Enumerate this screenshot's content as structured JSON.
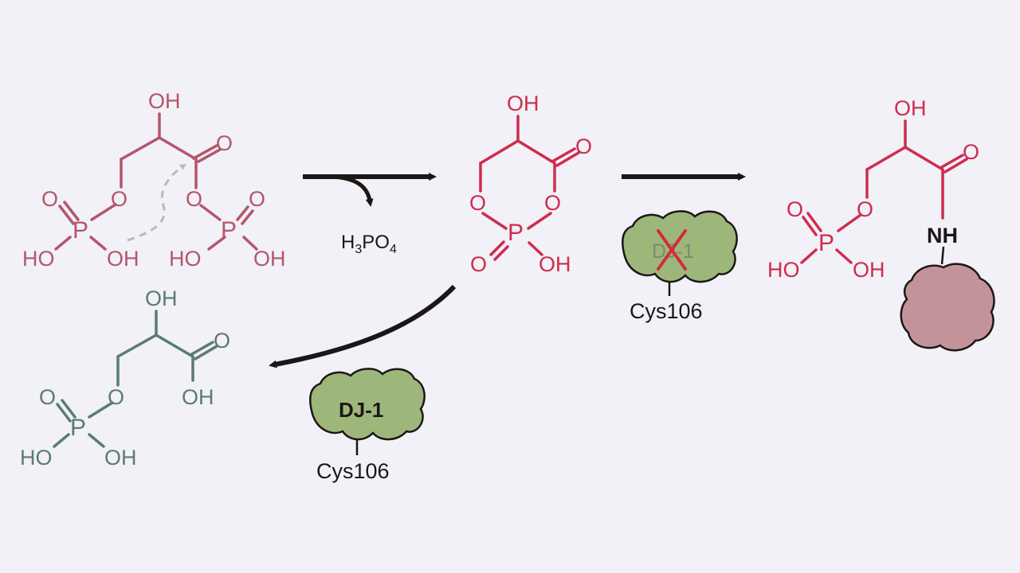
{
  "colors": {
    "background": "#f1f1f7",
    "reactant": "#b4566b",
    "intermediate": "#cf2c4f",
    "product_acid": "#5b7c70",
    "arrow": "#1d1616",
    "dj1_fill": "#9db77a",
    "protein_fill": "#c39399",
    "inhibit_mark": "#d42b3c"
  },
  "labels": {
    "OH": "OH",
    "O": "O",
    "P": "P",
    "HO": "HO",
    "NH": "NH",
    "H": "H",
    "PO": "PO",
    "sub3": "3",
    "sub4": "4",
    "dj1": "DJ-1",
    "cys": "Cys106"
  },
  "icons": {
    "inhibition": "x-mark-icon",
    "enzyme": "enzyme-blob-icon",
    "protein": "protein-blob-icon"
  }
}
